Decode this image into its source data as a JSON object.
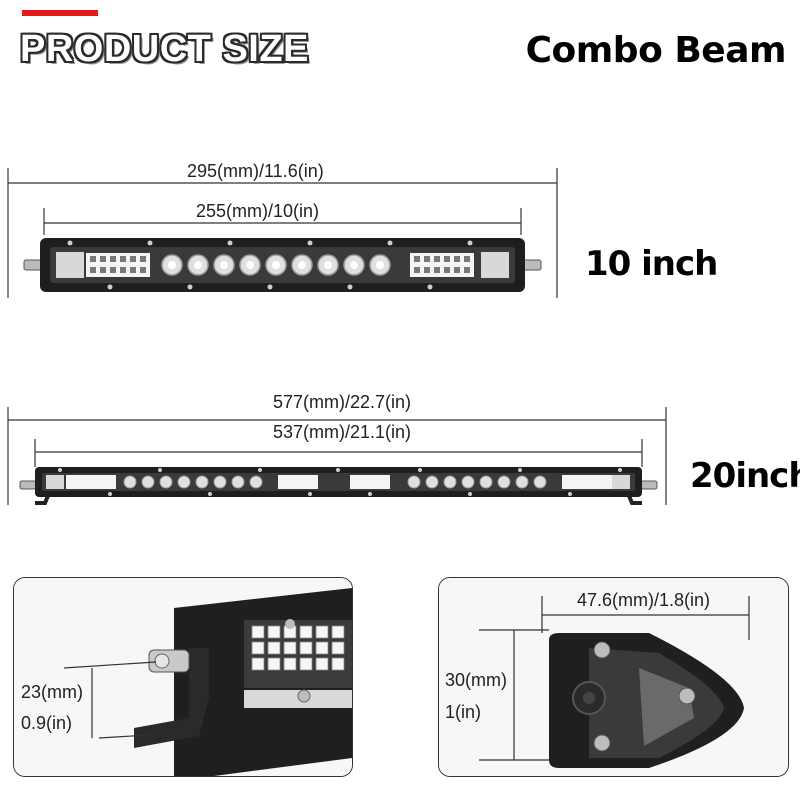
{
  "header": {
    "title": "PRODUCT SIZE",
    "beam_type": "Combo Beam"
  },
  "bar_10": {
    "size_label": "10 inch",
    "overall_length": "295(mm)/11.6(in)",
    "body_length": "255(mm)/10(in)"
  },
  "bar_20": {
    "size_label": "20inch",
    "overall_length": "577(mm)/22.7(in)",
    "body_length": "537(mm)/21.1(in)"
  },
  "side_detail": {
    "height_mm": "23(mm)",
    "height_in": "0.9(in)"
  },
  "profile_detail": {
    "width": "47.6(mm)/1.8(in)",
    "height_mm": "30(mm)",
    "height_in": "1(in)"
  },
  "colors": {
    "accent": "#e3191b",
    "bar_body": "#1e1e1e",
    "led": "#f4f4f4"
  }
}
